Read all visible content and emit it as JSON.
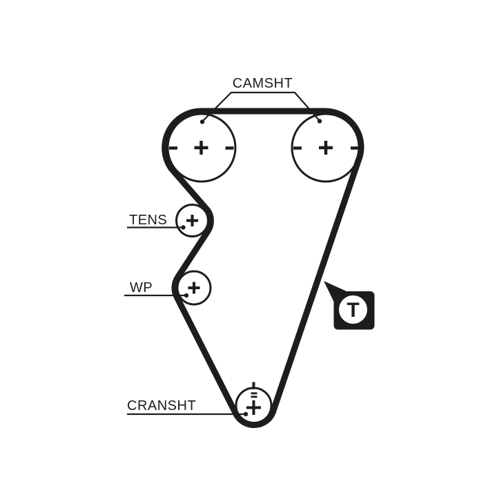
{
  "diagram": {
    "type": "timing-belt-routing",
    "background_color": "#ffffff",
    "line_color": "#1d1d1b",
    "labels": {
      "camshaft": "CAMSHT",
      "tensioner": "TENS",
      "water_pump": "WP",
      "crankshaft": "CRANSHT"
    },
    "tension_marker": {
      "letter": "T",
      "style": "black rounded square callout with white circle, pointer aimed at belt span"
    },
    "pulleys": [
      {
        "id": "camshaft-left",
        "label": "CAMSHT",
        "marks": [
          "center-plus",
          "left-tick",
          "right-tick"
        ]
      },
      {
        "id": "camshaft-right",
        "label": "CAMSHT",
        "marks": [
          "center-plus",
          "left-tick",
          "right-tick"
        ]
      },
      {
        "id": "tensioner",
        "label": "TENS",
        "marks": [
          "center-plus"
        ]
      },
      {
        "id": "water-pump",
        "label": "WP",
        "marks": [
          "center-plus"
        ]
      },
      {
        "id": "crankshaft",
        "label": "CRANSHT",
        "marks": [
          "center-plus",
          "top-dash",
          "double-dash"
        ]
      }
    ]
  }
}
